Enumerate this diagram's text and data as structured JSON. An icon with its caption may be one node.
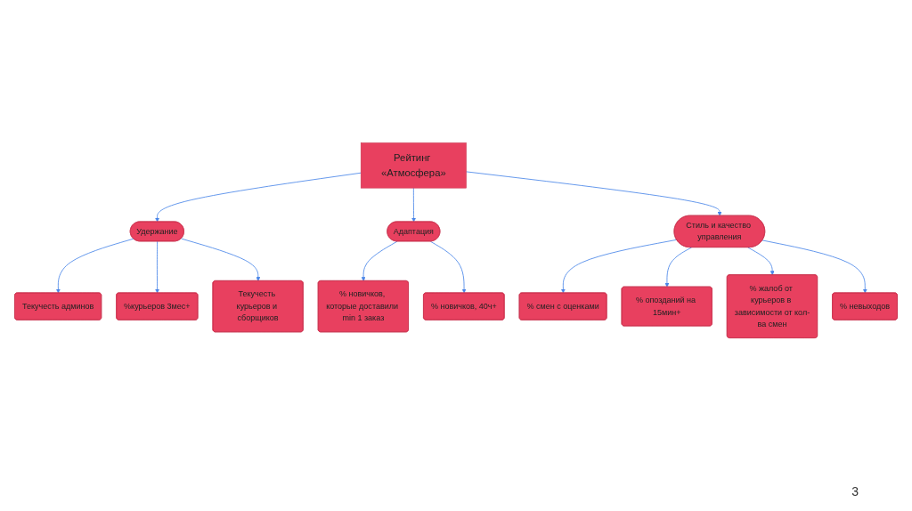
{
  "diagram": {
    "nodes": [
      {
        "text": [
          "Рейтинг «Атмосфера»"
        ]
      },
      {
        "text": [
          "Удержание"
        ]
      },
      {
        "text": [
          "Адаптация"
        ]
      },
      {
        "text": [
          "Стиль и качество управления"
        ]
      },
      {
        "text": [
          "Текучесть админов"
        ]
      },
      {
        "text": [
          "Текучесть курьеров и сборщиков"
        ]
      },
      {
        "text": [
          "%курьеров 3мес+"
        ]
      },
      {
        "text": [
          "% новичков, которые доставили min 1 заказ"
        ]
      },
      {
        "text": [
          "% новичков, 40ч+"
        ]
      },
      {
        "text": [
          "% смен с оценками"
        ]
      },
      {
        "text": [
          "% невыходов"
        ]
      },
      {
        "text": [
          "% опозданий на 15мин+"
        ]
      },
      {
        "text": [
          "% жалоб от курьеров в зависимости от кол-ва смен"
        ]
      }
    ],
    "edges": [
      {
        "from": 0,
        "to": 1,
        "arrow": "to"
      },
      {
        "from": 0,
        "to": 2,
        "arrow": "to"
      },
      {
        "from": 0,
        "to": 3,
        "arrow": "to"
      },
      {
        "from": 1,
        "to": 4,
        "arrow": "to"
      },
      {
        "from": 1,
        "to": 6,
        "arrow": "to"
      },
      {
        "from": 1,
        "to": 5,
        "arrow": "to"
      },
      {
        "from": 2,
        "to": 7,
        "arrow": "to"
      },
      {
        "from": 2,
        "to": 8,
        "arrow": "to"
      },
      {
        "from": 3,
        "to": 9,
        "arrow": "to"
      },
      {
        "from": 3,
        "to": 11,
        "arrow": "to"
      },
      {
        "from": 3,
        "to": 12,
        "arrow": "to"
      },
      {
        "from": 3,
        "to": 10,
        "arrow": "to"
      }
    ],
    "labels": [
      "3"
    ]
  }
}
